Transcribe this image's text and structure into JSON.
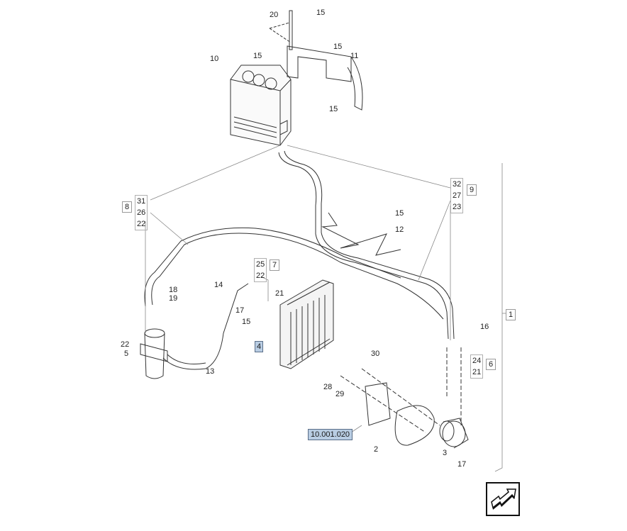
{
  "diagram": {
    "callouts": {
      "c20": "20",
      "c15a": "15",
      "c15b": "15",
      "c15c": "15",
      "c15d": "15",
      "c11": "11",
      "c10": "10",
      "c12": "12",
      "c15e": "15",
      "c14": "14",
      "c18": "18",
      "c19": "19",
      "c17a": "17",
      "c21a": "21",
      "c15f": "15",
      "c22b": "22",
      "c5": "5",
      "c13": "13",
      "c16": "16",
      "c24": "24",
      "c21b": "21",
      "c30": "30",
      "c28": "28",
      "c29": "29",
      "c2": "2",
      "c3": "3",
      "c17b": "17"
    },
    "groups": {
      "g8": {
        "id": "8",
        "items": [
          "31",
          "26",
          "22"
        ]
      },
      "g9": {
        "id": "9",
        "items": [
          "32",
          "27",
          "23"
        ]
      },
      "g7": {
        "id": "7",
        "items": [
          "25",
          "22"
        ]
      },
      "g6": {
        "id": "6",
        "items": [
          "24",
          "21"
        ]
      },
      "g1": {
        "id": "1"
      }
    },
    "highlighted": {
      "part4": "4",
      "ref": "10.001.020"
    },
    "nav_icon": "next-page-arrow-icon",
    "colors": {
      "highlight": "#b9cde3",
      "line": "#333333"
    }
  }
}
